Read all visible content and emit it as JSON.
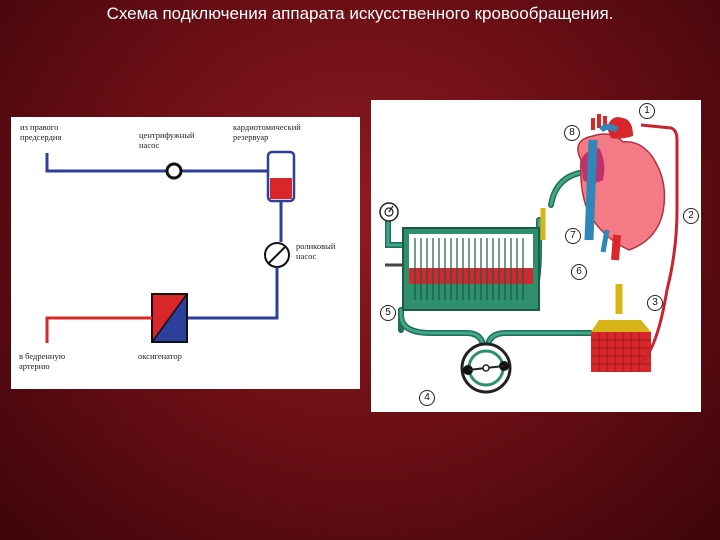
{
  "slide": {
    "title": "Схема подключения аппарата искусственного кровообращения."
  },
  "left_diagram": {
    "labels": {
      "from_right_atrium": "из правого\nпредсердия",
      "centrifugal_pump": "центрифужный\nнасос",
      "cardiotomy_reservoir": "кардиотомический\nрезервуар",
      "roller_pump": "роликовый\nнасос",
      "to_femoral_artery": "в бедренную\nартерию",
      "oxygenator": "оксигенатор"
    },
    "colors": {
      "venous": "#2c3f9a",
      "arterial": "#d8262b"
    }
  },
  "right_diagram": {
    "callouts": [
      "1",
      "2",
      "3",
      "4",
      "5",
      "6",
      "7",
      "8"
    ],
    "colors": {
      "circuit": "#2c8a6a",
      "arterial_line": "#c8242e",
      "reservoir": "#d8262b",
      "inflow": "#e8c81e",
      "heart": "#f47a86"
    }
  }
}
